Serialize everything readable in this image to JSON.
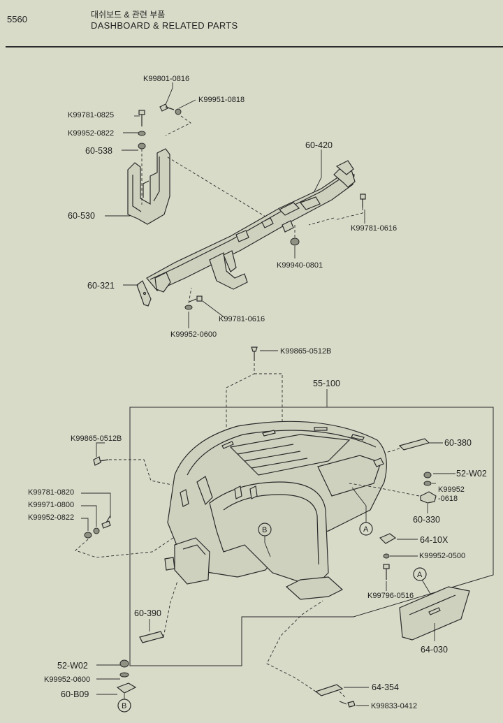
{
  "header": {
    "page_number": "5560",
    "title_korean": "대쉬보드 & 관련 부품",
    "title_english": "DASHBOARD & RELATED PARTS"
  },
  "labels": {
    "k99801_0816": "K99801-0816",
    "k99951_0818": "K99951-0818",
    "k99781_0825": "K99781-0825",
    "k99952_0822_top": "K99952-0822",
    "p60_538": "60-538",
    "p60_420": "60-420",
    "p60_530": "60-530",
    "k99781_0616_right": "K99781-0616",
    "k99940_0801": "K99940-0801",
    "p60_321": "60-321",
    "k99781_0616_bottom": "K99781-0616",
    "k99952_0600_top": "K99952-0600",
    "k99865_0512b_top": "K99865-0512B",
    "p55_100": "55-100",
    "k99865_0512b_left": "K99865-0512B",
    "p60_380": "60-380",
    "p52_w02_right": "52-W02",
    "k99952_0618_a": "K99952",
    "k99952_0618_b": "-0618",
    "k99781_0820": "K99781-0820",
    "k99971_0800": "K99971-0800",
    "k99952_0822_left": "K99952-0822",
    "p60_330": "60-330",
    "p64_10x": "64-10X",
    "k99952_0500": "K99952-0500",
    "k99796_0516": "K99796-0516",
    "p60_390": "60-390",
    "p64_030": "64-030",
    "p52_w02_left": "52-W02",
    "k99952_0600_left": "K99952-0600",
    "p60_b09": "60-B09",
    "p64_354": "64-354",
    "k99833_0412": "K99833-0412",
    "marker_a": "A",
    "marker_b": "B"
  }
}
